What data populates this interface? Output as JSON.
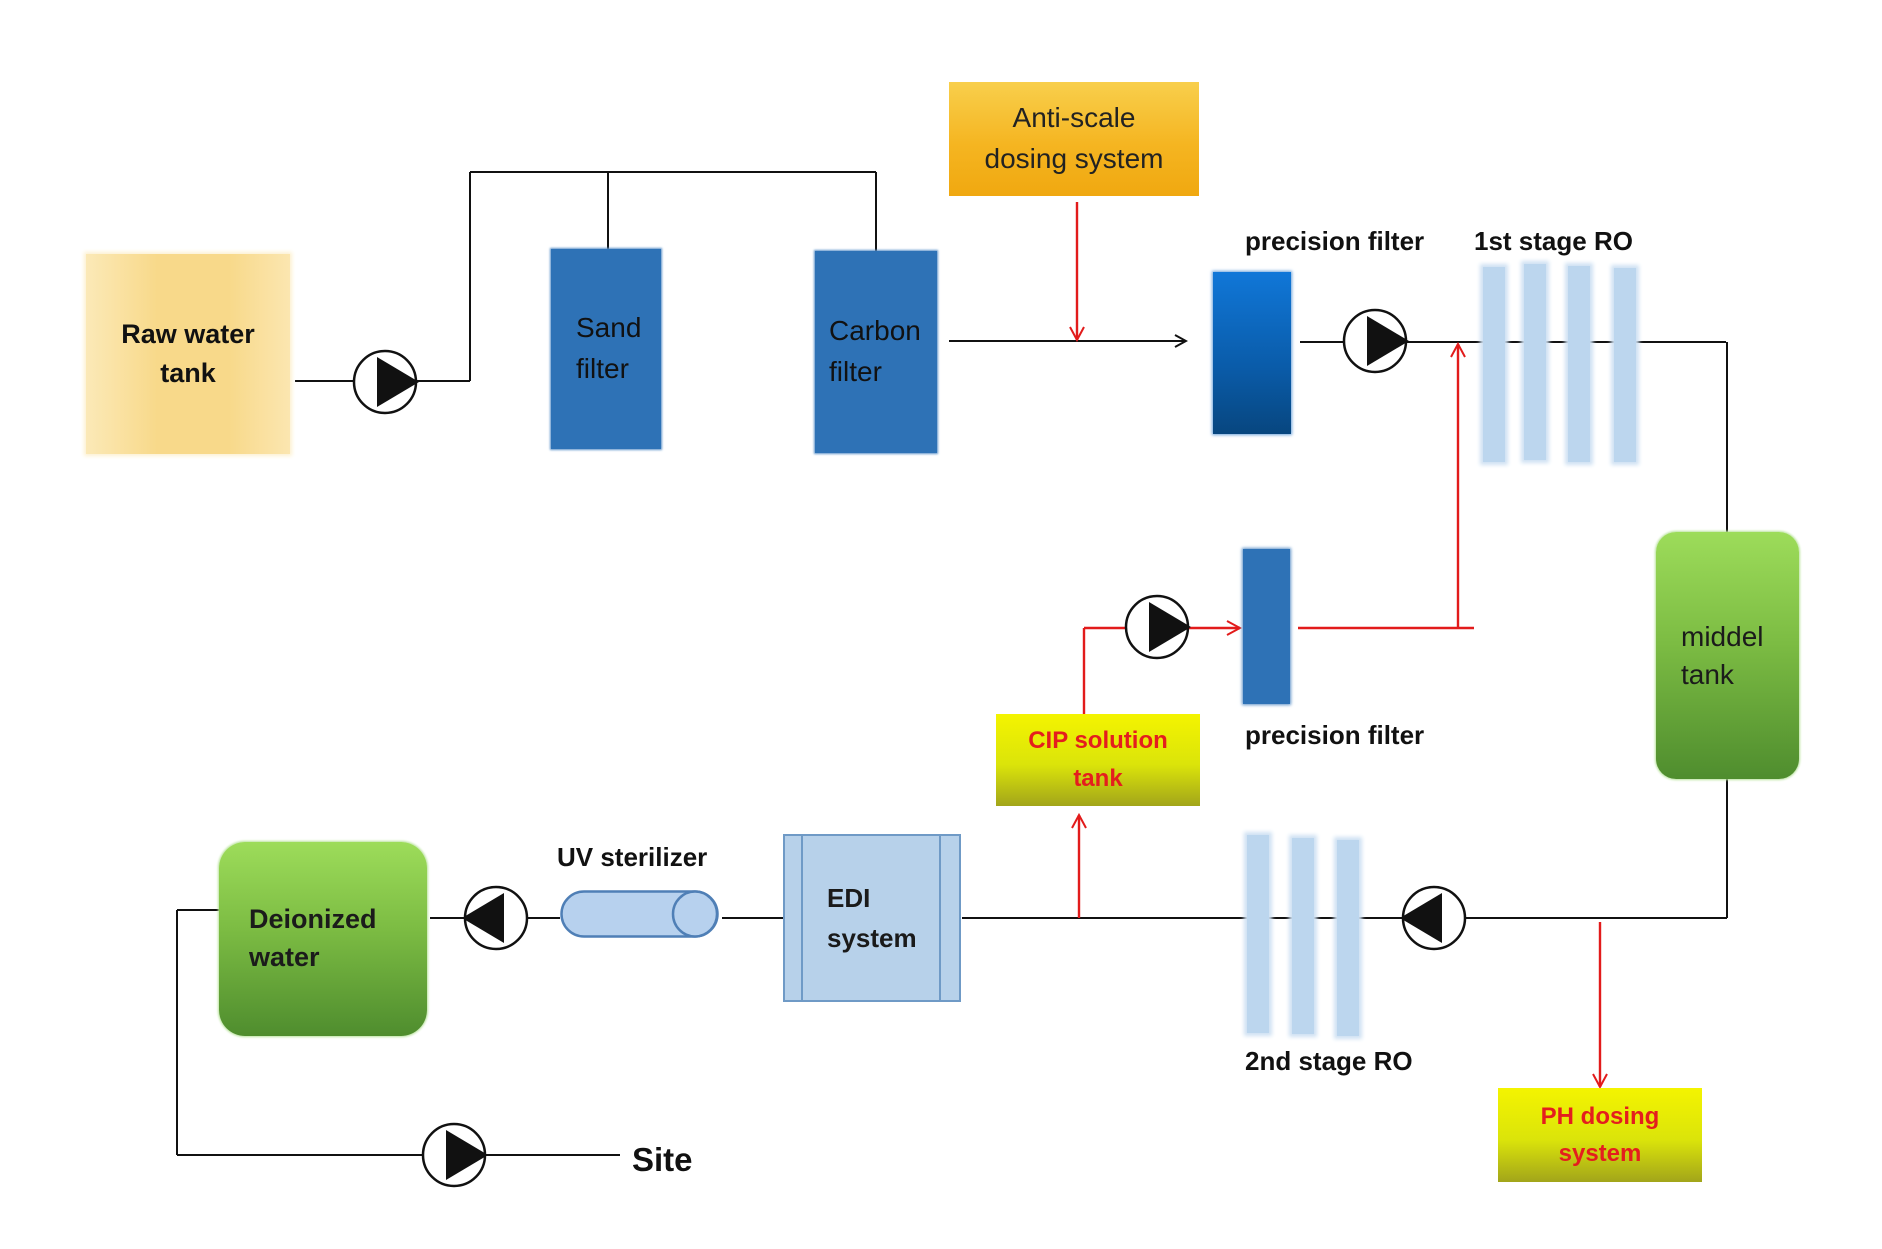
{
  "raw_water_tank": {
    "label": "Raw water\ntank"
  },
  "sand_filter": {
    "label": "Sand\nfilter"
  },
  "carbon_filter": {
    "label": "Carbon\nfilter"
  },
  "anti_scale": {
    "label": "Anti-scale\ndosing system"
  },
  "precision_filter_1": {
    "label": "precision filter"
  },
  "first_stage_ro": {
    "label": "1st stage RO"
  },
  "middle_tank": {
    "label": "middel\ntank"
  },
  "precision_filter_2": {
    "label": "precision filter"
  },
  "cip_tank": {
    "label": "CIP solution\ntank"
  },
  "edi_system": {
    "label": "EDI\nsystem"
  },
  "uv_sterilizer": {
    "label": "UV sterilizer"
  },
  "deionized_water": {
    "label": "Deionized\nwater"
  },
  "second_stage_ro": {
    "label": "2nd stage RO"
  },
  "ph_dosing": {
    "label": "PH dosing\nsystem"
  },
  "site": {
    "label": "Site"
  },
  "colors": {
    "process_line": "#111111",
    "chemical_line": "#e21b1b",
    "filter_blue": "#2e72b6",
    "ro_membrane": "#bcd6ee",
    "tank_green": "#7cbc43",
    "dosing_yellow": "#f4f400",
    "antiscale_orange": "#f5b521",
    "raw_tank_yellow": "#f8d98a"
  },
  "icons": {
    "pump": "pump-icon",
    "uv_unit": "uv-sterilizer-icon"
  }
}
